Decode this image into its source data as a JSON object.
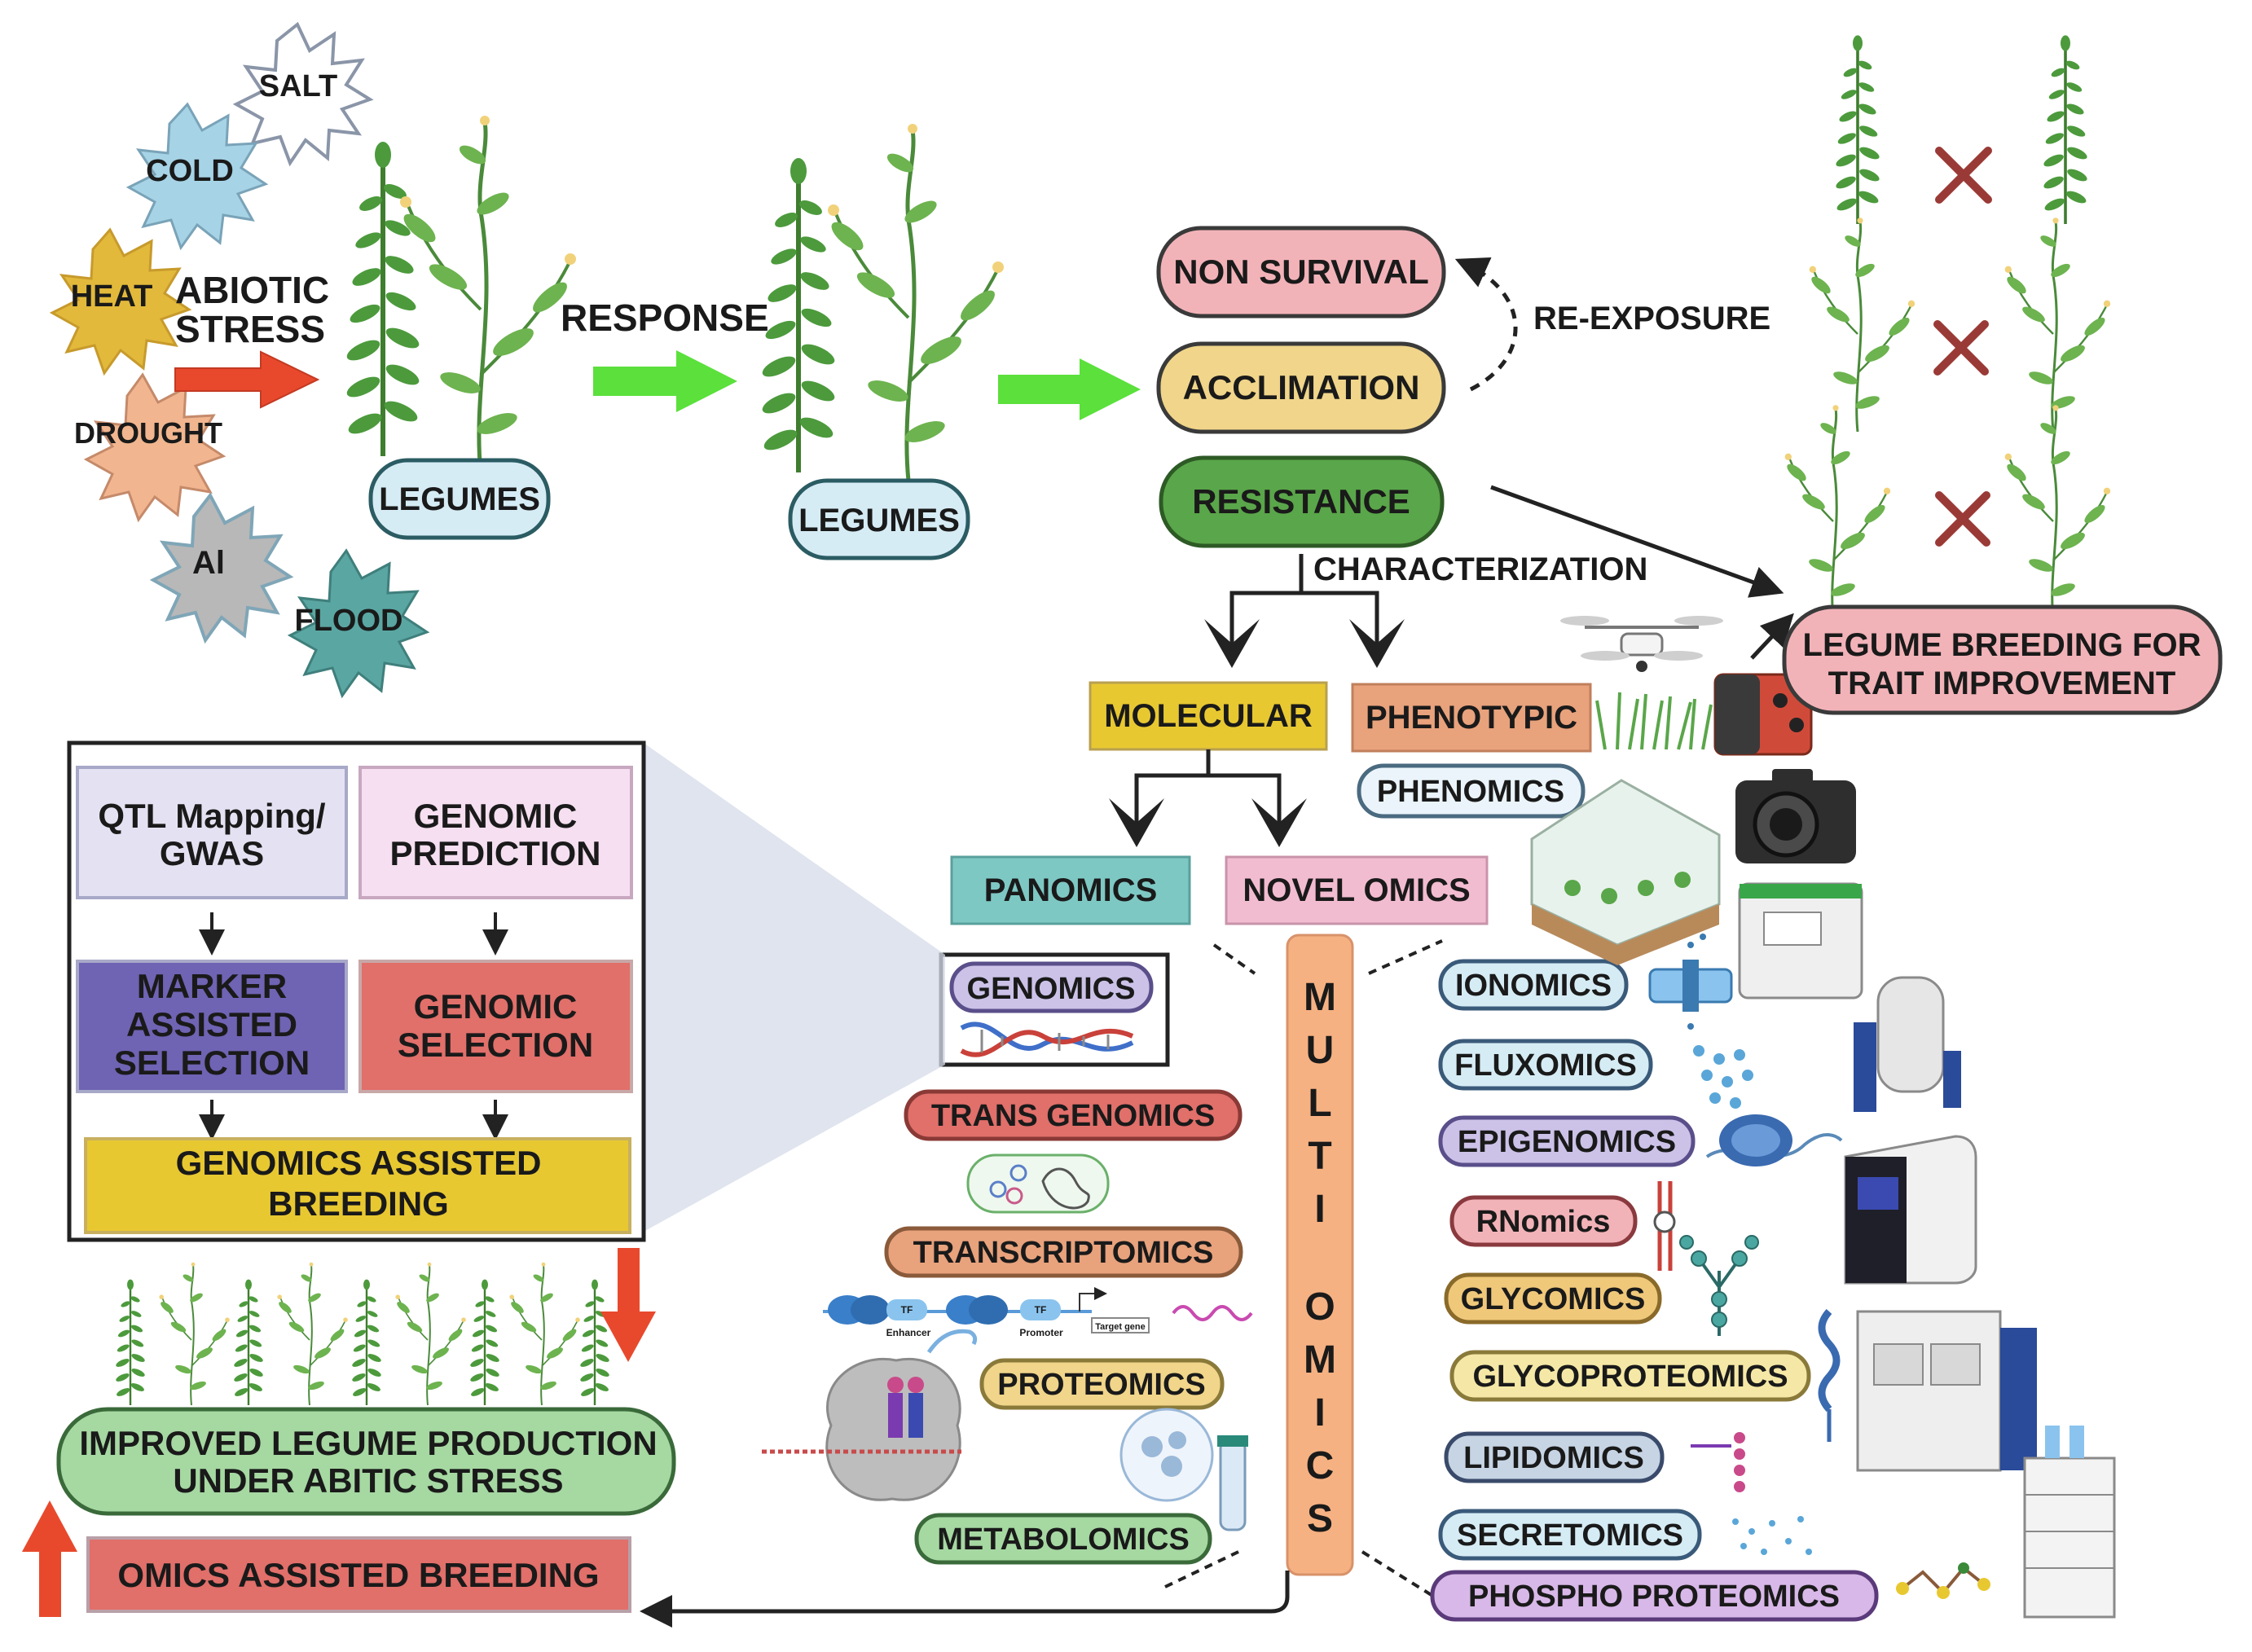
{
  "stresses": {
    "salt": "SALT",
    "cold": "COLD",
    "heat": "HEAT",
    "drought": "DROUGHT",
    "al": "Al",
    "flood": "FLOOD"
  },
  "abiotic_stress": {
    "line1": "ABIOTIC",
    "line2": "STRESS"
  },
  "response": "RESPONSE",
  "legumes_label": "LEGUMES",
  "outcomes": {
    "non_survival": "NON SURVIVAL",
    "acclimation": "ACCLIMATION",
    "resistance": "RESISTANCE",
    "re_exposure": "RE-EXPOSURE"
  },
  "characterization": "CHARACTERIZATION",
  "molecular": "MOLECULAR",
  "phenotypic": "PHENOTYPIC",
  "phenomics": "PHENOMICS",
  "breeding_target": {
    "line1": "LEGUME BREEDING FOR",
    "line2": "TRAIT IMPROVEMENT"
  },
  "panomics": "PANOMICS",
  "novel_omics": "NOVEL OMICS",
  "multi_omics": [
    "M",
    "U",
    "L",
    "T",
    "I",
    "O",
    "M",
    "I",
    "C",
    "S"
  ],
  "panomics_items": {
    "genomics": "GENOMICS",
    "trans_genomics": "TRANS GENOMICS",
    "transcriptomics": "TRANSCRIPTOMICS",
    "proteomics": "PROTEOMICS",
    "metabolomics": "METABOLOMICS"
  },
  "novel_items": {
    "ionomics": "IONOMICS",
    "fluxomics": "FLUXOMICS",
    "epigenomics": "EPIGENOMICS",
    "rnomics": "RNomics",
    "glycomics": "GLYCOMICS",
    "glycoproteomics": "GLYCOPROTEOMICS",
    "lipidomics": "LIPIDOMICS",
    "secretomics": "SECRETOMICS",
    "phospho_proteomics": "PHOSPHO PROTEOMICS"
  },
  "breeding_box": {
    "qtl": {
      "line1": "QTL Mapping/",
      "line2": "GWAS"
    },
    "genomic_prediction": {
      "line1": "GENOMIC",
      "line2": "PREDICTION"
    },
    "mas": {
      "line1": "MARKER",
      "line2": "ASSISTED",
      "line3": "SELECTION"
    },
    "genomic_selection": {
      "line1": "GENOMIC",
      "line2": "SELECTION"
    },
    "gab": {
      "line1": "GENOMICS ASSISTED",
      "line2": "BREEDING"
    }
  },
  "improved": {
    "line1": "IMPROVED LEGUME PRODUCTION",
    "line2": "UNDER ABITIC STRESS"
  },
  "omics_assisted": "OMICS ASSISTED BREEDING",
  "schematic_labels": {
    "enhancer": "Enhancer",
    "promoter": "Promoter",
    "target_gene": "Target gene",
    "tf": "TF"
  },
  "colors": {
    "pink": "#f2b3b8",
    "gold": "#f0d58a",
    "green": "#5aa64a",
    "teal": "#7ec8c4",
    "lavender": "#ccc2e8",
    "lightblue": "#d6ecf5",
    "orange": "#e8a27c",
    "yellow": "#e8c831",
    "red": "#e16f6a",
    "purple": "#6f63b3",
    "leaf": "#3f8a3a"
  }
}
